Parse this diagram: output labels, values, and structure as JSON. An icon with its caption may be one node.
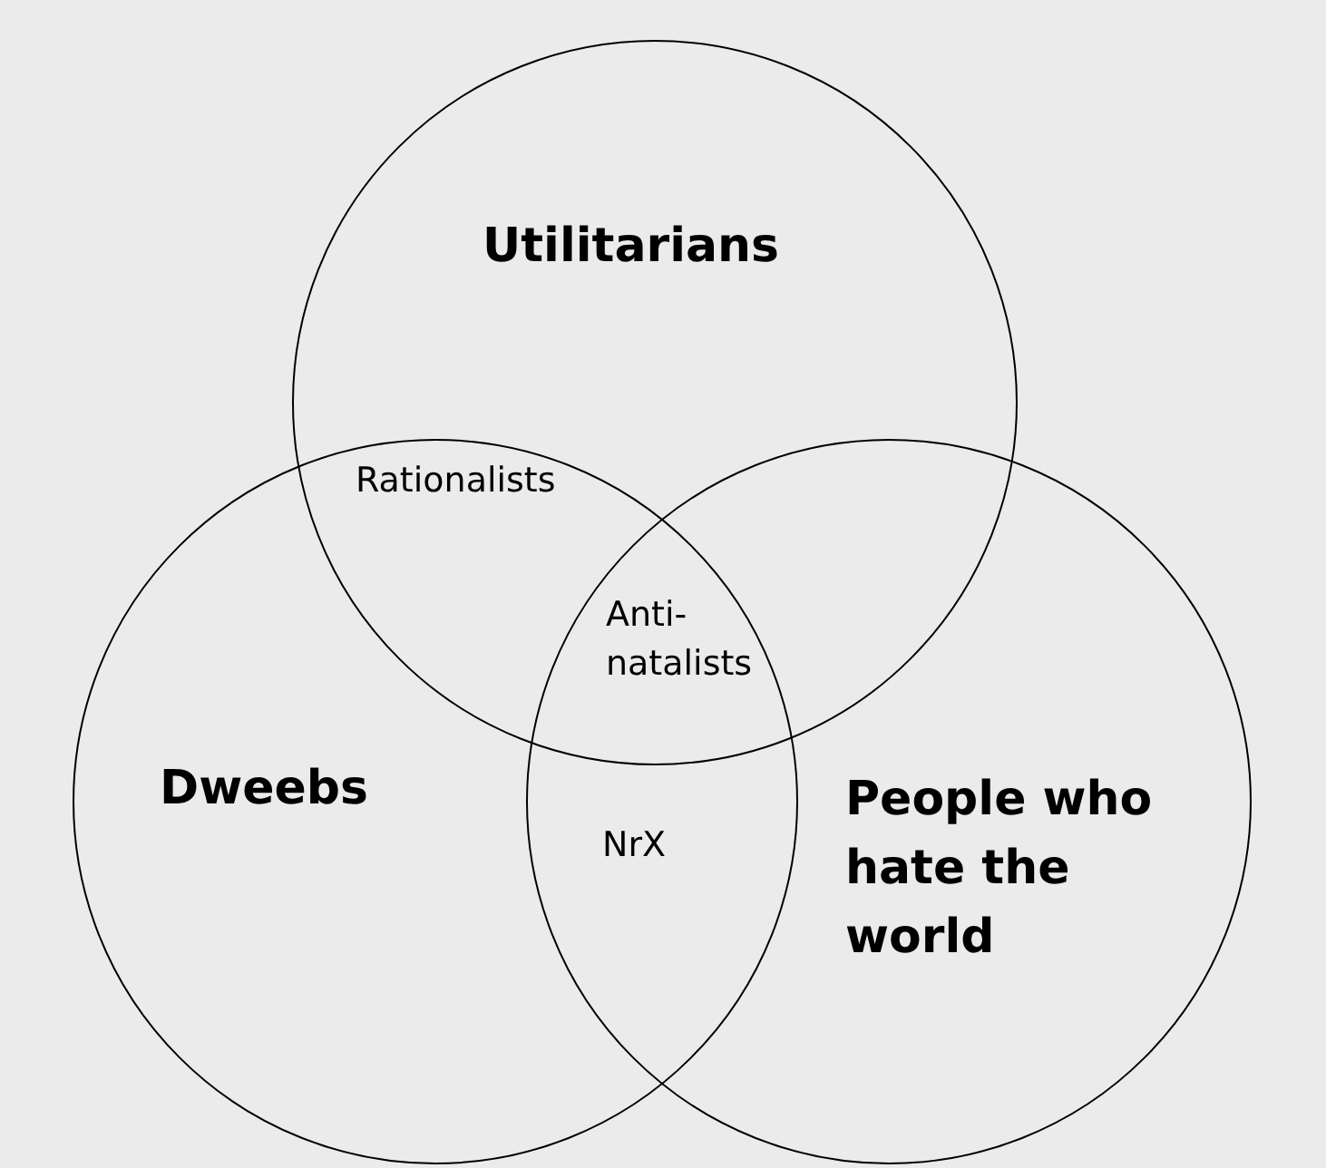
{
  "diagram": {
    "nodes": [
      {
        "text": [
          "Utilitarians"
        ]
      },
      {
        "text": [
          "Dweebs"
        ]
      },
      {
        "text": [
          "People who hate the world"
        ]
      }
    ],
    "labels": [
      "Rationalists",
      "Anti-natalists",
      "NrX"
    ]
  }
}
